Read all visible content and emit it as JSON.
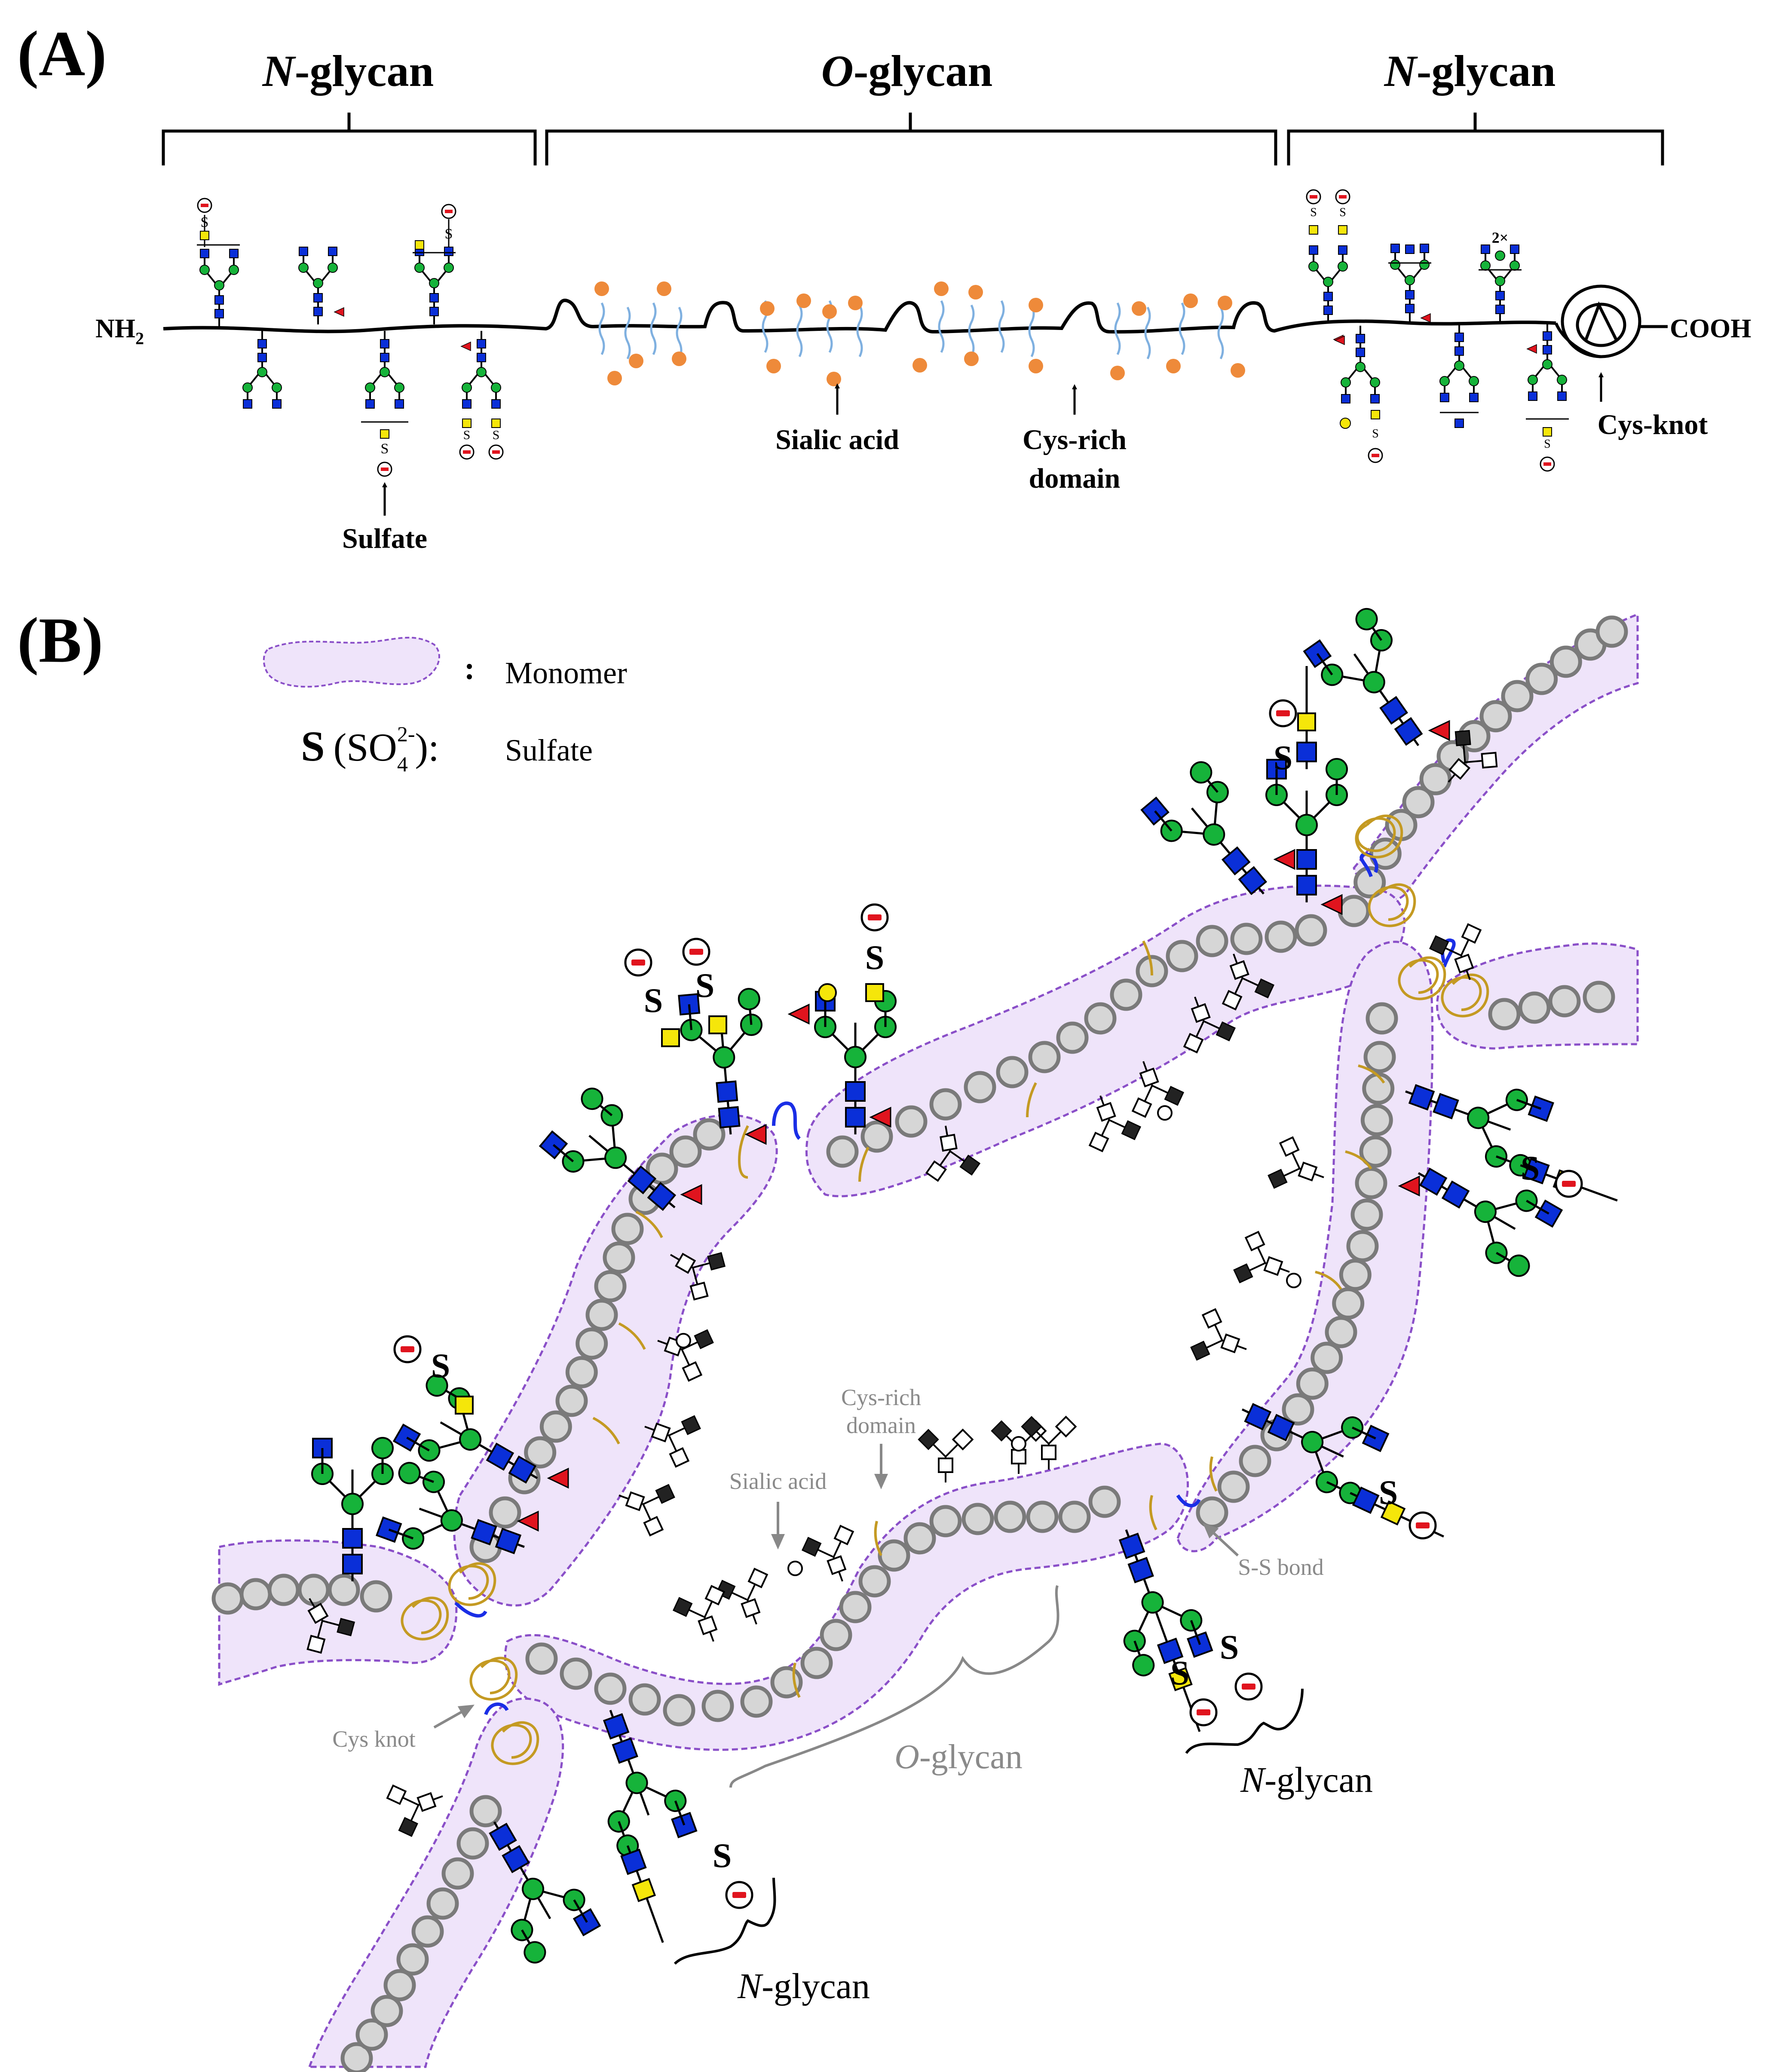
{
  "panel_a": {
    "label": "(A)",
    "header_left": {
      "italic": "N",
      "rest": "-glycan"
    },
    "header_middle": {
      "italic": "O",
      "rest": "-glycan"
    },
    "header_right": {
      "italic": "N",
      "rest": "-glycan"
    },
    "nh2_main": "NH",
    "nh2_sub": "2",
    "cooh": "COOH",
    "sialic_acid": "Sialic acid",
    "cys_rich_line1": "Cys-rich",
    "cys_rich_line2": "domain",
    "cys_knot": "Cys-knot",
    "sulfate": "Sulfate",
    "s_letter": "S",
    "two_x": "2×"
  },
  "panel_b": {
    "label": "(B)",
    "legend_monomer_sep": ":",
    "legend_monomer": "Monomer",
    "legend_s": "S",
    "legend_so4_open": "(SO",
    "legend_so4_sub": "4",
    "legend_so4_sup": "2-",
    "legend_so4_close": "):",
    "legend_sulfate": "Sulfate",
    "cys_rich_line1": "Cys-rich",
    "cys_rich_line2": "domain",
    "sialic_acid": "Sialic acid",
    "s_s_bond": "S-S bond",
    "cys_knot": "Cys knot",
    "o_glycan": {
      "italic": "O",
      "rest": "-glycan"
    },
    "n_glycan_right": {
      "italic": "N",
      "rest": "-glycan"
    },
    "n_glycan_bottom": {
      "italic": "N",
      "rest": "-glycan"
    },
    "s_letter": "S"
  },
  "colors": {
    "glcnac_blue": "#0a2fd8",
    "mannose_green": "#16b33a",
    "galactose_yellow": "#f5e60a",
    "fucose_red": "#e0141e",
    "sialic_orange": "#ee8a3a",
    "monomer_fill": "#efe4fa",
    "monomer_border": "#8a4fc8",
    "bead_fill": "#d6d6d6",
    "bead_stroke": "#7a7a7a",
    "cys_knot_gold": "#c49a22",
    "ss_bond_blue": "#1a2ee6",
    "wave_blue": "#7fb0e0",
    "annotation_gray": "#8a8a8a"
  }
}
